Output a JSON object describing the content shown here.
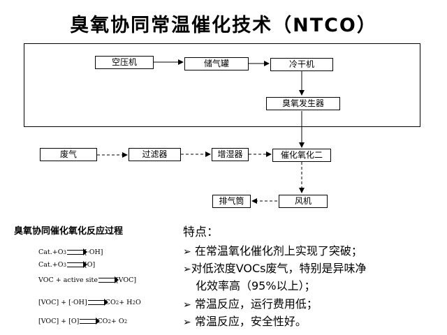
{
  "title": {
    "main": "臭氧协同常温催化技术（",
    "abbr": "NTCO",
    "close": "）"
  },
  "process": {
    "compressor": "空压机",
    "tank": "储气罐",
    "dryer": "冷干机",
    "ozone_gen": "臭氧发生器",
    "waste_gas": "废气",
    "filter": "过滤器",
    "humidifier": "增湿器",
    "catalysis": "催化氧化二",
    "fan": "风机",
    "chimney": "排气筒"
  },
  "reaction": {
    "title": "臭氧协同催化氧化反应过程",
    "r1": {
      "lhs_a": "Cat.+O",
      "lhs_b": "3",
      "rhs": "[·OH]"
    },
    "r2": {
      "lhs_a": "Cat.+O",
      "lhs_b": "3",
      "rhs": "[O]"
    },
    "r3": {
      "lhs": "VOC + active site",
      "rhs": "[VOC]"
    },
    "r4": {
      "lhs": "[VOC] + [·OH]",
      "rhs_a": "CO",
      "rhs_b": "2",
      "rhs_c": " + H",
      "rhs_d": "2",
      "rhs_e": "O"
    },
    "r5": {
      "lhs": "[VOC] + [O]",
      "rhs_a": "CO",
      "rhs_b": "2",
      "rhs_c": " + O",
      "rhs_d": "2"
    }
  },
  "features": {
    "title": "特点：",
    "marker": "➢",
    "items": [
      "在常温氧化催化剂上实现了突破；",
      "对低浓度VOCs废气，特别是异味净",
      "化效率高（95%以上）；",
      "常温反应，运行费用低；",
      "常温反应，安全性好。"
    ]
  }
}
